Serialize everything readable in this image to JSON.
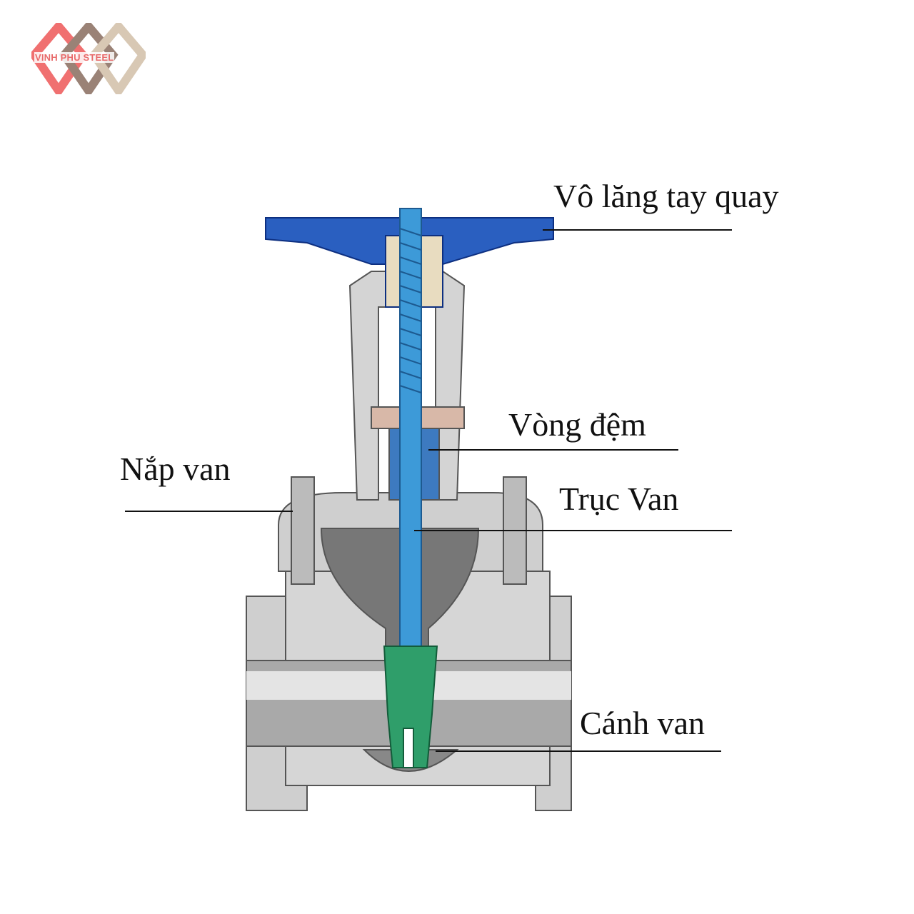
{
  "logo": {
    "text": "VINH PHU STEEL",
    "colors": [
      "#f07070",
      "#9a8276",
      "#d8c8b4"
    ]
  },
  "labels": {
    "handwheel": "Vô lăng tay quay",
    "gasket": "Vòng đệm",
    "bonnet": "Nắp van",
    "stem": "Trục Van",
    "disc": "Cánh van"
  },
  "colors": {
    "body": "#cfcfcf",
    "handwheel": "#2a5fc0",
    "stem": "#3d9ad8",
    "disc": "#2f9e6a",
    "packing": "#e8dcc0"
  }
}
